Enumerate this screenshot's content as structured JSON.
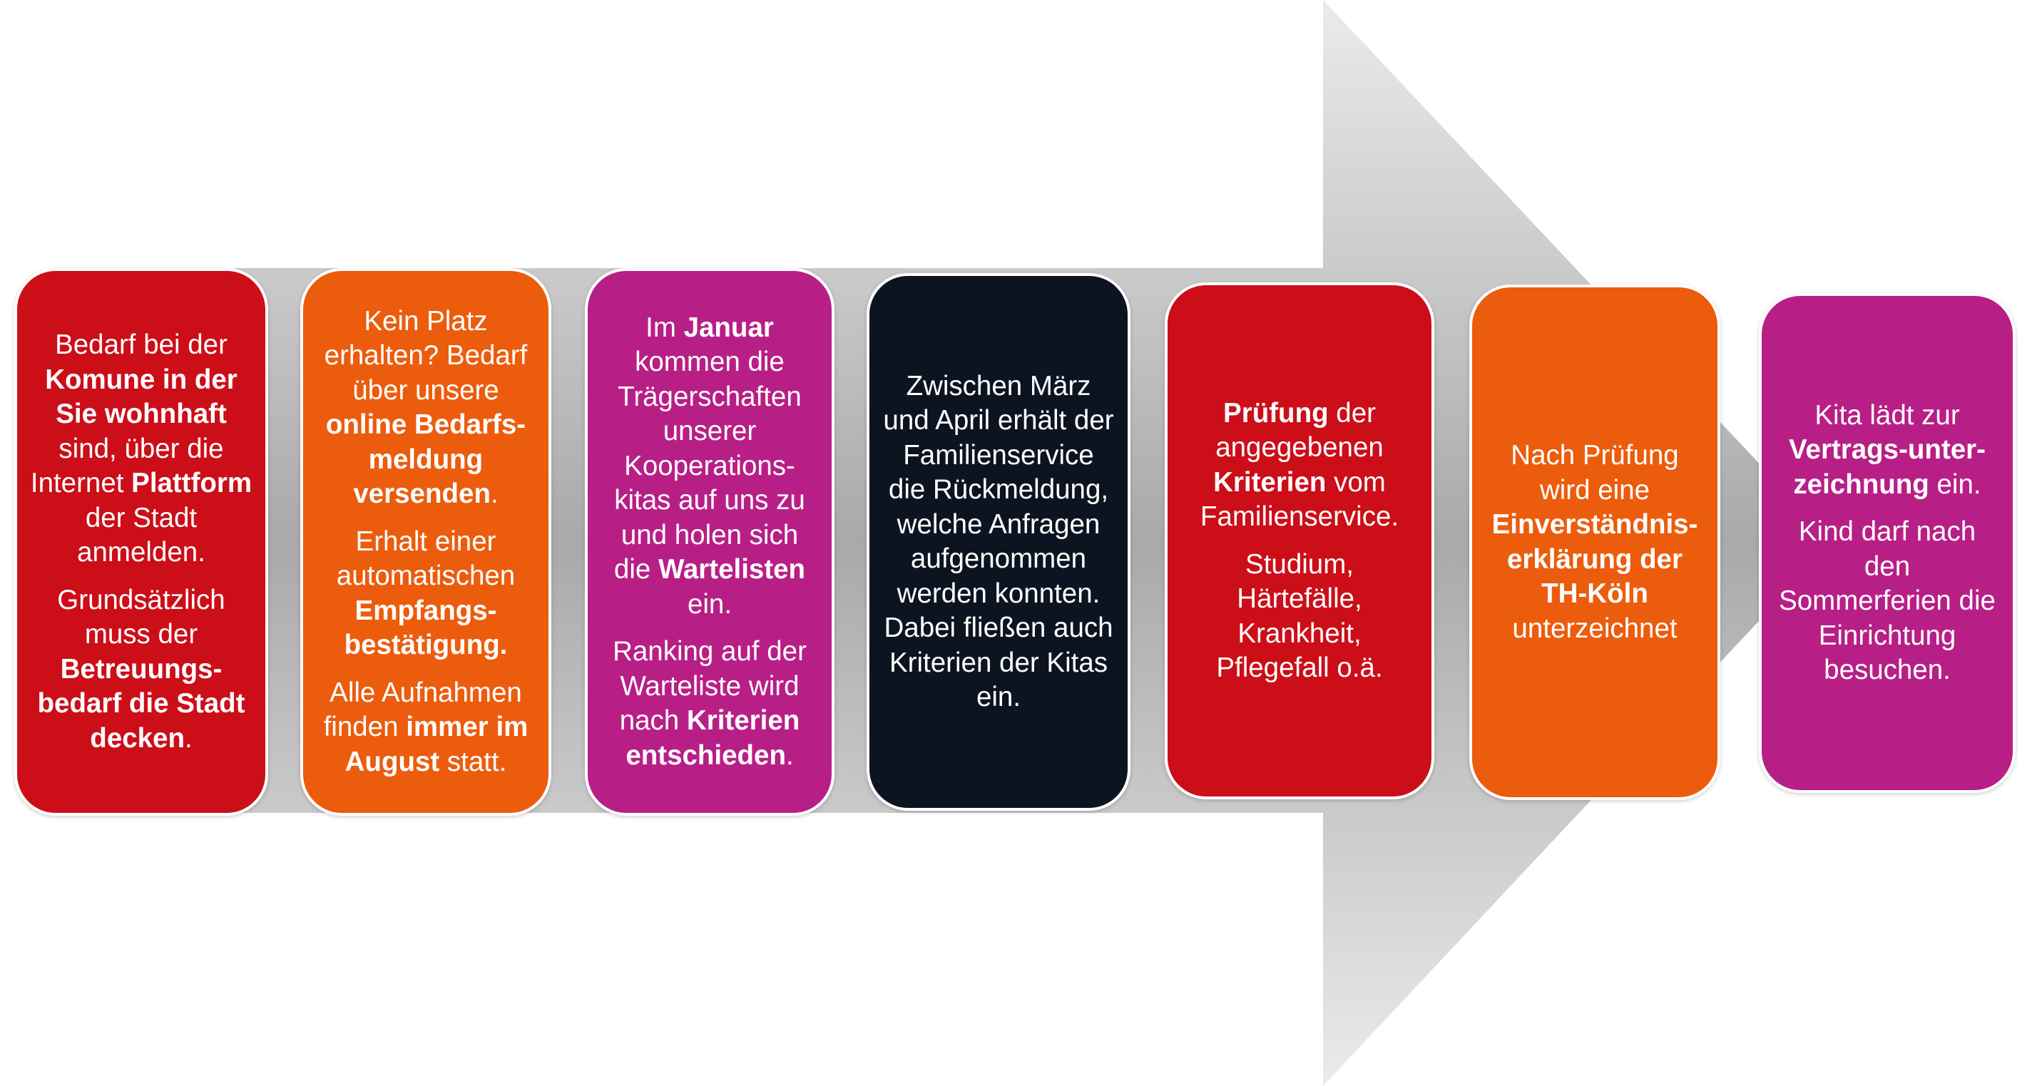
{
  "colors": {
    "red": "#cc0e19",
    "orange": "#ec5c0d",
    "magenta": "#b81f86",
    "navy": "#0d1421",
    "arrow_light": "#ebebeb",
    "arrow_dark": "#a9a9a9"
  },
  "steps": [
    {
      "color": "#cc0e19",
      "paragraphs": [
        [
          {
            "t": "Bedarf bei der "
          },
          {
            "t": "Komune in der Sie wohnhaft",
            "b": true
          },
          {
            "t": " sind, über die Internet "
          },
          {
            "t": "Plattform",
            "b": true
          },
          {
            "t": " der Stadt anmelden."
          }
        ],
        [
          {
            "t": "Grundsätzlich muss der "
          },
          {
            "t": "Betreuungs-bedarf die Stadt decken",
            "b": true
          },
          {
            "t": "."
          }
        ]
      ]
    },
    {
      "color": "#ec5c0d",
      "paragraphs": [
        [
          {
            "t": "Kein Platz erhalten? Bedarf über unsere "
          },
          {
            "t": "online Bedarfs-meldung versenden",
            "b": true
          },
          {
            "t": "."
          }
        ],
        [
          {
            "t": "Erhalt einer automatischen "
          },
          {
            "t": "Empfangs-bestätigung.",
            "b": true
          }
        ],
        [
          {
            "t": "Alle Aufnahmen finden "
          },
          {
            "t": "immer im August",
            "b": true
          },
          {
            "t": " statt."
          }
        ]
      ]
    },
    {
      "color": "#b81f86",
      "paragraphs": [
        [
          {
            "t": "Im "
          },
          {
            "t": "Januar",
            "b": true
          },
          {
            "t": " kommen die Trägerschaften unserer Kooperations-kitas auf uns zu und holen sich die "
          },
          {
            "t": "Wartelisten",
            "b": true
          },
          {
            "t": " ein."
          }
        ],
        [
          {
            "t": "Ranking auf der Warteliste wird nach "
          },
          {
            "t": "Kriterien entschieden",
            "b": true
          },
          {
            "t": "."
          }
        ]
      ]
    },
    {
      "color": "#0d1421",
      "paragraphs": [
        [
          {
            "t": "Zwischen März und April erhält der Familienservice die Rückmeldung, welche Anfragen aufgenommen werden konnten. Dabei fließen auch Kriterien der Kitas ein."
          }
        ]
      ]
    },
    {
      "color": "#cc0e19",
      "paragraphs": [
        [
          {
            "t": "Prüfung",
            "b": true
          },
          {
            "t": " der angegebenen "
          },
          {
            "t": "Kriterien",
            "b": true
          },
          {
            "t": " vom Familienservice."
          }
        ],
        [
          {
            "t": "Studium, Härtefälle, Krankheit, Pflegefall o.ä."
          }
        ]
      ]
    },
    {
      "color": "#ec5c0d",
      "paragraphs": [
        [
          {
            "t": "Nach Prüfung wird eine "
          },
          {
            "t": "Einverständnis-erklärung der TH-Köln",
            "b": true
          },
          {
            "t": " unterzeichnet"
          }
        ]
      ]
    },
    {
      "color": "#b81f86",
      "paragraphs": [
        [
          {
            "t": "Kita lädt zur "
          },
          {
            "t": "Vertrags-unter-zeichnung",
            "b": true
          },
          {
            "t": " ein."
          }
        ],
        [
          {
            "t": "Kind darf nach den Sommerferien die Einrichtung besuchen."
          }
        ]
      ]
    }
  ]
}
